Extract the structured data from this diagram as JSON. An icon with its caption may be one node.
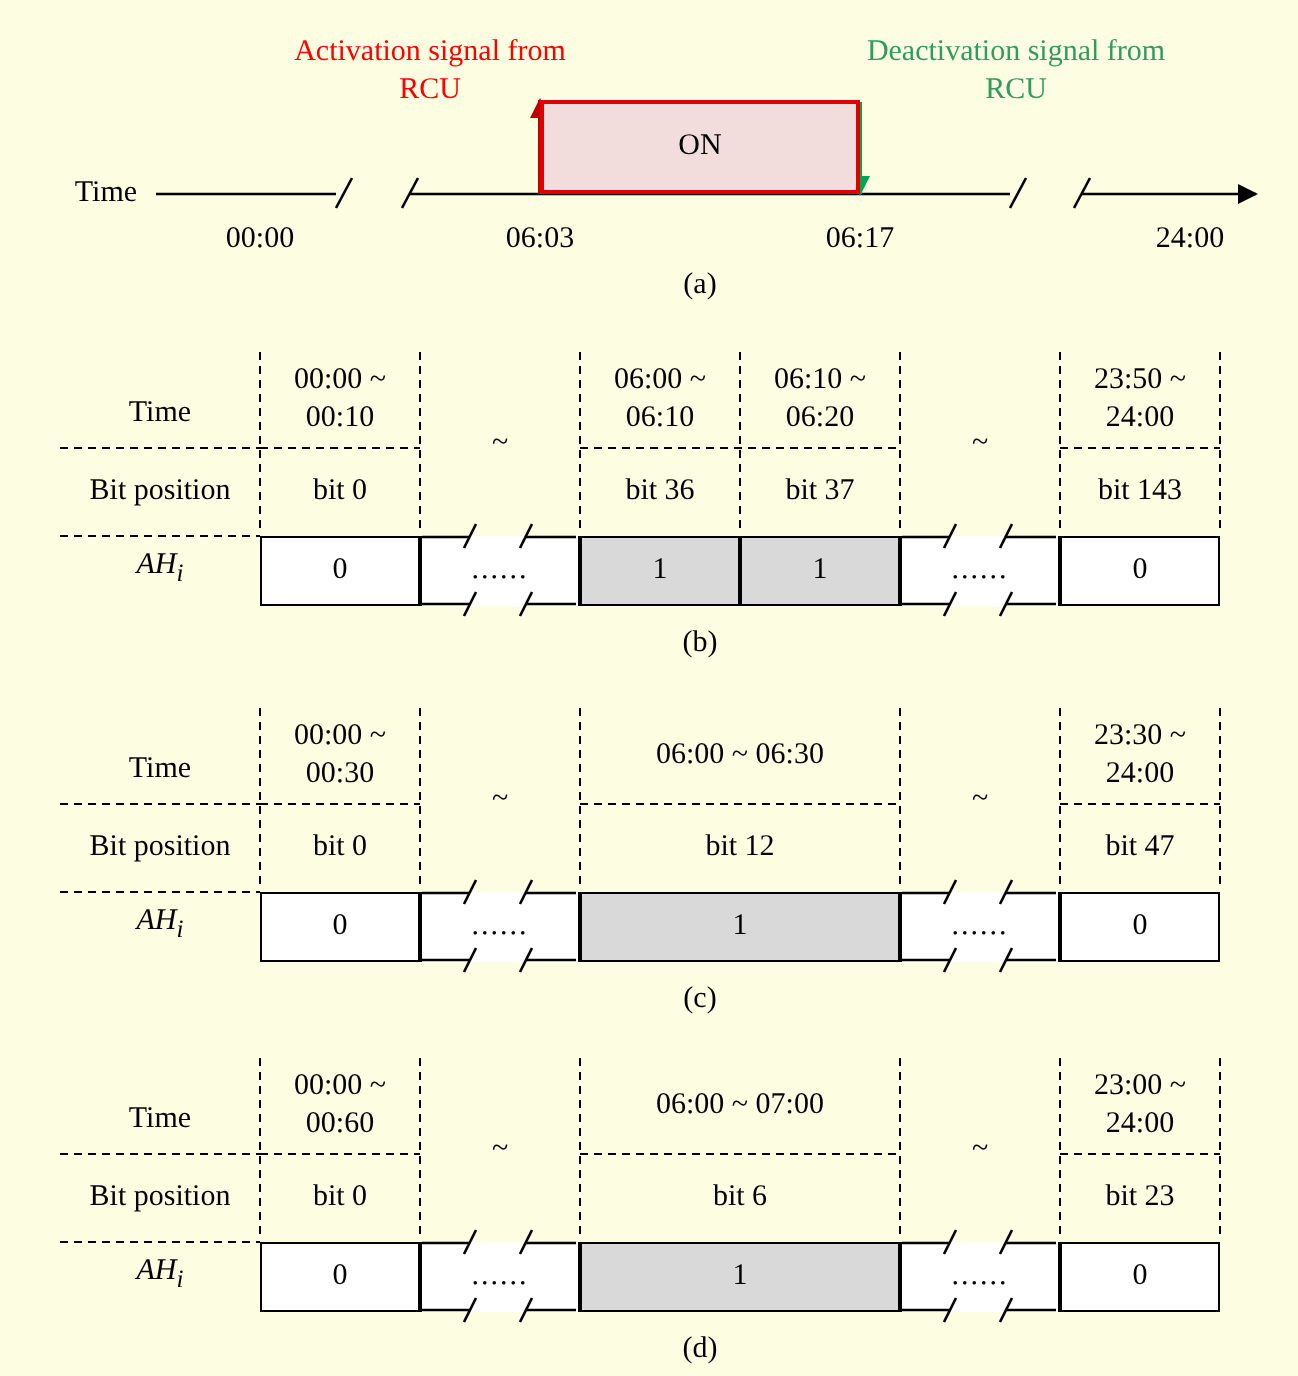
{
  "diagram": {
    "nodes": [
      {
        "text": [
          "ON"
        ]
      },
      {
        "text": [
          "0"
        ]
      },
      {
        "text": [
          "......"
        ]
      },
      {
        "text": [
          "1"
        ]
      },
      {
        "text": [
          "1"
        ]
      },
      {
        "text": [
          "......"
        ]
      },
      {
        "text": [
          "0"
        ]
      },
      {
        "text": [
          "0"
        ]
      },
      {
        "text": [
          "......"
        ]
      },
      {
        "text": [
          "1"
        ]
      },
      {
        "text": [
          "......"
        ]
      },
      {
        "text": [
          "0"
        ]
      },
      {
        "text": [
          "0"
        ]
      },
      {
        "text": [
          "......"
        ]
      },
      {
        "text": [
          "1"
        ]
      },
      {
        "text": [
          "......"
        ]
      },
      {
        "text": [
          "0"
        ]
      }
    ],
    "labels": [
      "Activation signal from RCU",
      "Deactivation signal from RCU",
      "Time",
      "00:00",
      "06:03",
      "06:17",
      "24:00",
      "(a)",
      "Time",
      "00:00 ~ 00:10",
      "~",
      "06:00 ~ 06:10",
      "06:10 ~ 06:20",
      "~",
      "23:50 ~ 24:00",
      "Bit position",
      "bit 0",
      "bit 36",
      "bit 37",
      "bit 143",
      "AH$_{i}$",
      "(b)",
      "Time",
      "00:00 ~ 00:30",
      "~",
      "06:00 ~ 06:30",
      "~",
      "23:30 ~ 24:00",
      "Bit position",
      "bit 0",
      "bit 12",
      "bit 47",
      "AH$_{i}$",
      "(c)",
      "Time",
      "00:00 ~ 00:60",
      "~",
      "06:00 ~ 07:00",
      "~",
      "23:00 ~ 24:00",
      "Bit position",
      "bit 0",
      "bit 6",
      "bit 23",
      "AH$_{i}$",
      "(d)"
    ]
  }
}
